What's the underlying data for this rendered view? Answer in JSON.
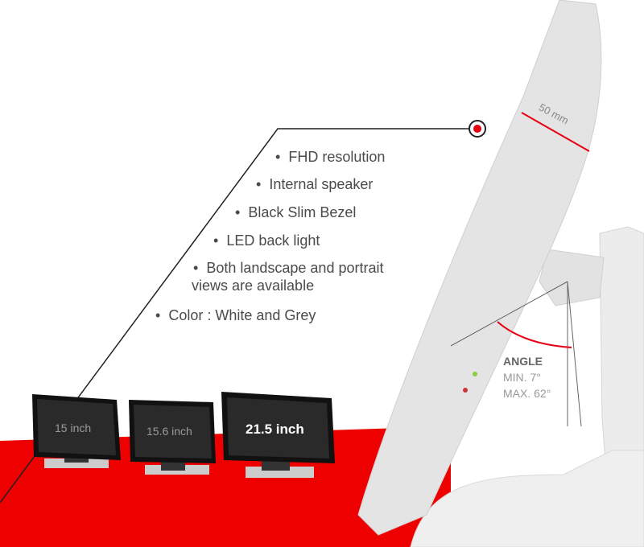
{
  "features": [
    "FHD resolution",
    "Internal speaker",
    "Black Slim Bezel",
    "LED back light",
    "Both landscape and portrait",
    "views are available",
    "Color : White and Grey"
  ],
  "bullet": "•",
  "dimension_label": "50 mm",
  "angle": {
    "title": "ANGLE",
    "min": "MIN. 7°",
    "max": "MAX. 62°"
  },
  "models": [
    "15 inch",
    "15.6 inch",
    "21.5 inch"
  ],
  "colors": {
    "accent_red": "#e60012",
    "floor_red": "#ee0000",
    "body_white": "#e8e8e8",
    "text": "#4a4a4a"
  }
}
